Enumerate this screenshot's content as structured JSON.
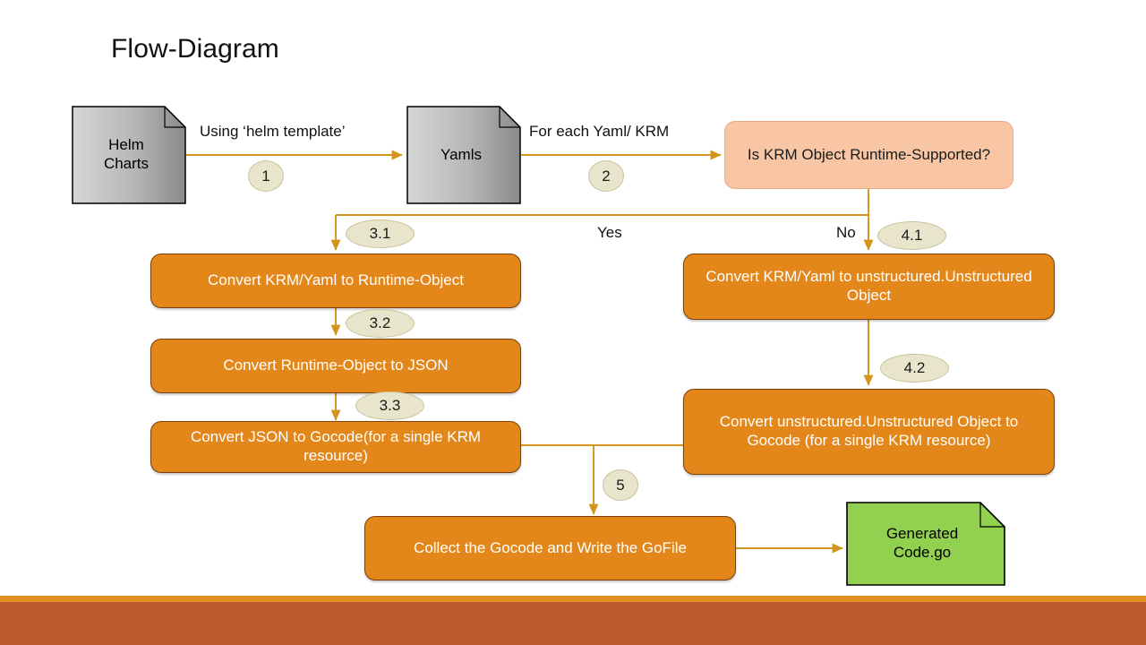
{
  "title": "Flow-Diagram",
  "colors": {
    "process_fill": "#E3871B",
    "process_border": "#7A3F0A",
    "decision_fill": "#F8C6A5",
    "decision_border": "#E8A981",
    "document_fill_light": "#D4D4D4",
    "document_fill_dark": "#8C8C8C",
    "document_border": "#000000",
    "output_fill": "#92D050",
    "badge_fill": "#E9E5CC",
    "badge_border": "#C9C29A",
    "connector": "#D2941C",
    "footer_stripe": "#E1901F",
    "footer_band": "#BC5A2E",
    "node_text_light": "#FFFFFF",
    "node_text_dark": "#000000"
  },
  "nodes": {
    "helm_charts": {
      "label": "Helm\nCharts",
      "shape": "document",
      "fill": "gray"
    },
    "yamls": {
      "label": "Yamls",
      "shape": "document",
      "fill": "gray"
    },
    "decision": {
      "label": "Is KRM Object Runtime-Supported?",
      "shape": "rounded-rect",
      "fill": "peach"
    },
    "convert_runtime_object": {
      "label": "Convert KRM/Yaml to Runtime-Object",
      "shape": "rounded-rect",
      "fill": "orange"
    },
    "convert_json": {
      "label": "Convert Runtime-Object to JSON",
      "shape": "rounded-rect",
      "fill": "orange"
    },
    "convert_json_gocode": {
      "label": "Convert JSON to Gocode(for a single KRM resource)",
      "shape": "rounded-rect",
      "fill": "orange"
    },
    "convert_unstructured": {
      "label": "Convert KRM/Yaml to unstructured.Unstructured Object",
      "shape": "rounded-rect",
      "fill": "orange"
    },
    "convert_unstructured_gocode": {
      "label": "Convert unstructured.Unstructured Object to Gocode (for a single KRM resource)",
      "shape": "rounded-rect",
      "fill": "orange"
    },
    "collect_gocode": {
      "label": "Collect the Gocode and Write the GoFile",
      "shape": "rounded-rect",
      "fill": "orange"
    },
    "generated_code": {
      "label": "Generated\nCode.go",
      "shape": "document",
      "fill": "green"
    }
  },
  "edge_labels": {
    "helm_to_yamls": "Using ‘helm template’",
    "yamls_to_decision": "For each Yaml/ KRM",
    "yes_branch": "Yes",
    "no_branch": "No"
  },
  "step_badges": [
    {
      "id": "step-1",
      "label": "1"
    },
    {
      "id": "step-2",
      "label": "2"
    },
    {
      "id": "step-3-1",
      "label": "3.1"
    },
    {
      "id": "step-3-2",
      "label": "3.2"
    },
    {
      "id": "step-3-3",
      "label": "3.3"
    },
    {
      "id": "step-4-1",
      "label": "4.1"
    },
    {
      "id": "step-4-2",
      "label": "4.2"
    },
    {
      "id": "step-5",
      "label": "5"
    }
  ]
}
